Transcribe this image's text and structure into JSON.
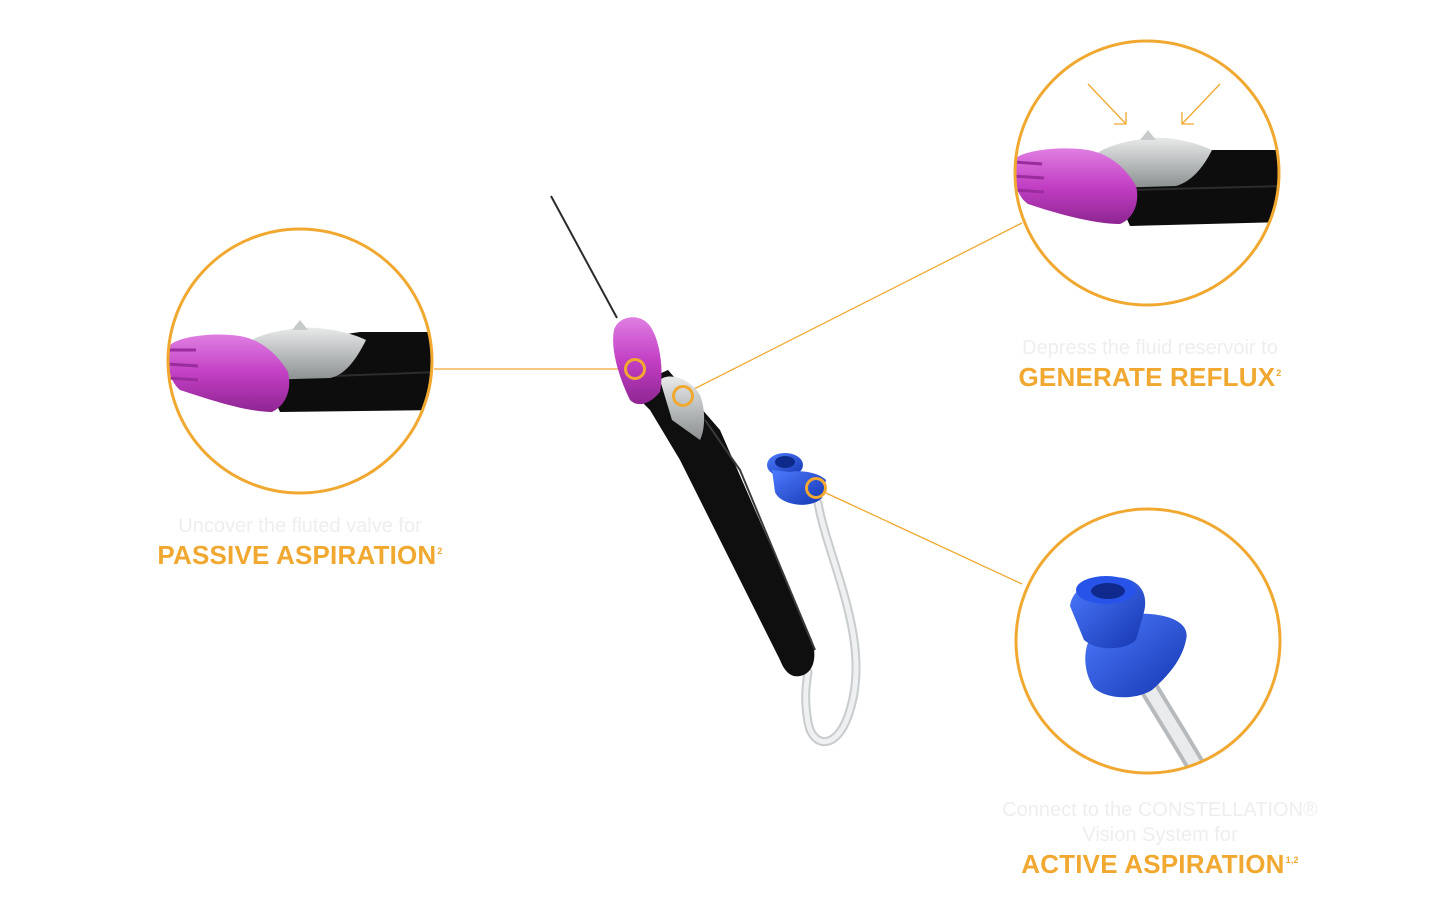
{
  "colors": {
    "accent": "#f0a830",
    "caption_gray": "#eeeeee",
    "handle": "#0d0d0d",
    "tip_magenta": "#c23fc4",
    "connector_blue": "#1f4fe0",
    "reservoir_gray": "#b9bcbd",
    "tubing": "#e2e4e6"
  },
  "callouts": {
    "passive": {
      "subtitle": "Uncover the fluted valve for",
      "title": "PASSIVE ASPIRATION",
      "sup": "2"
    },
    "reflux": {
      "subtitle": "Depress the fluid reservoir to",
      "title": "GENERATE REFLUX",
      "sup": "2"
    },
    "active": {
      "subtitle_line1": "Connect to the CONSTELLATION®",
      "subtitle_line2": "Vision System for",
      "title": "ACTIVE ASPIRATION",
      "sup": "1,2"
    }
  },
  "icons": {
    "hotspot": "ring-marker-icon",
    "press": "press-arrows-icon"
  }
}
